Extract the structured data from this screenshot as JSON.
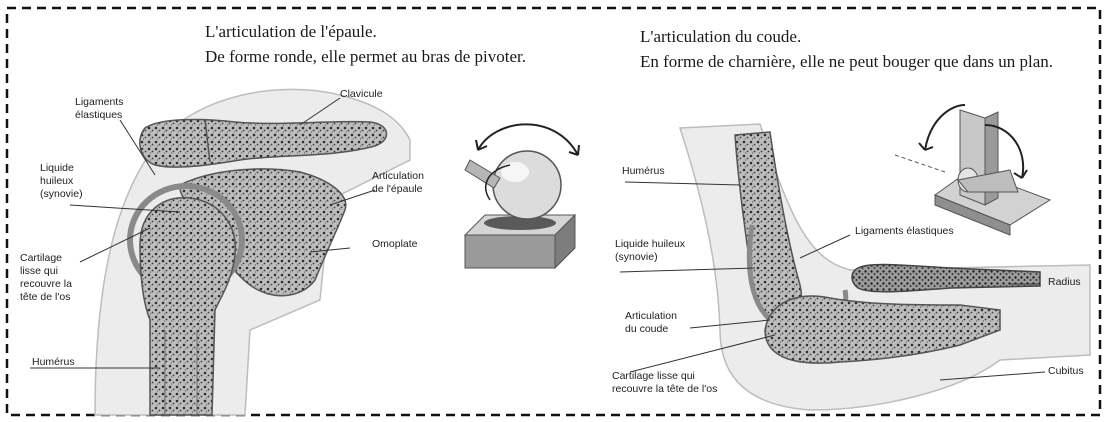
{
  "shoulder": {
    "title": "L'articulation de l'épaule.",
    "subtitle": "De forme ronde, elle permet au bras de pivoter.",
    "labels": {
      "ligaments_1": "Ligaments",
      "ligaments_2": "élastiques",
      "clavicule": "Clavicule",
      "liquide_1": "Liquide",
      "liquide_2": "huileux",
      "liquide_3": "(synovie)",
      "articulation_1": "Articulation",
      "articulation_2": "de l'épaule",
      "omoplate": "Omoplate",
      "cartilage_1": "Cartilage",
      "cartilage_2": "lisse qui",
      "cartilage_3": "recouvre la",
      "cartilage_4": "tête de l'os",
      "humerus": "Humérus"
    }
  },
  "elbow": {
    "title": "L'articulation du coude.",
    "subtitle": "En forme de charnière, elle ne peut bouger que dans un plan.",
    "labels": {
      "humerus": "Humérus",
      "ligaments": "Ligaments élastiques",
      "liquide_1": "Liquide huileux",
      "liquide_2": "(synovie)",
      "radius": "Radius",
      "articulation_1": "Articulation",
      "articulation_2": "du coude",
      "cartilage_1": "Cartilage lisse qui",
      "cartilage_2": "recouvre la tête de l'os",
      "cubitus": "Cubitus"
    }
  },
  "colors": {
    "bone": "#cfcfcf",
    "marrow": "#3a3a3a",
    "skin": "#e6e6e6",
    "frame": "#111111"
  }
}
